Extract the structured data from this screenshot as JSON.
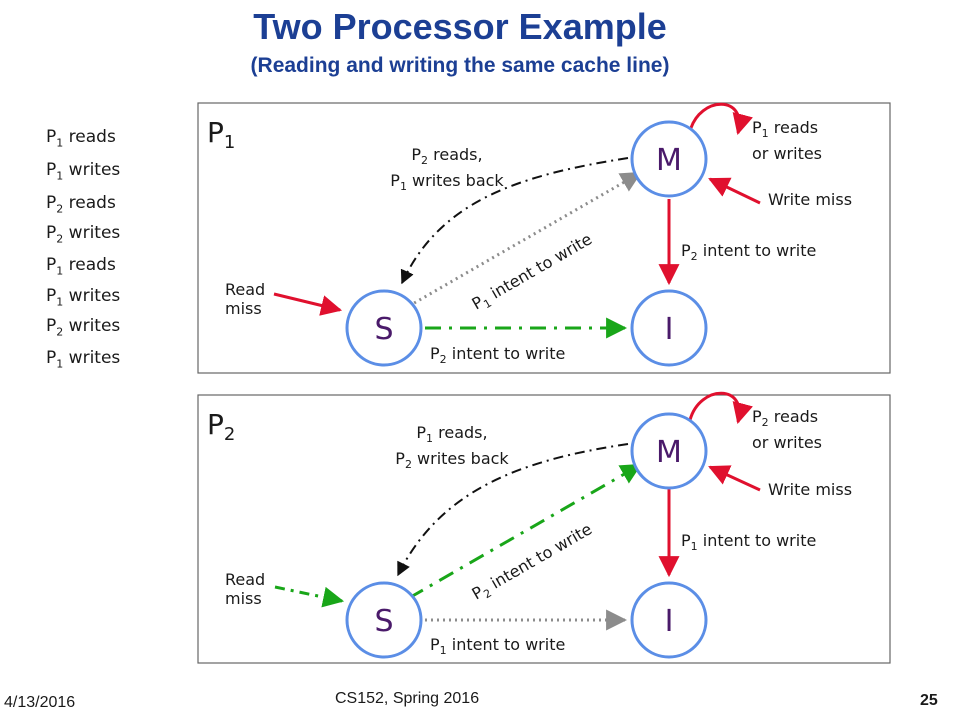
{
  "slide": {
    "title": "Two Processor Example",
    "subtitle": "(Reading and writing the same cache line)",
    "footer_date": "4/13/2016",
    "footer_course": "CS152, Spring 2016",
    "page_number": "25"
  },
  "sequence": [
    {
      "p": "P",
      "n": "1",
      "op": " reads"
    },
    {
      "p": "P",
      "n": "1",
      "op": " writes"
    },
    {
      "p": "P",
      "n": "2",
      "op": " reads"
    },
    {
      "p": "P",
      "n": "2",
      "op": " writes"
    },
    {
      "p": "P",
      "n": "1",
      "op": " reads"
    },
    {
      "p": "P",
      "n": "1",
      "op": " writes"
    },
    {
      "p": "P",
      "n": "2",
      "op": " writes"
    },
    {
      "p": "P",
      "n": "1",
      "op": " writes"
    }
  ],
  "diagrams": [
    {
      "proc_label": "P",
      "proc_num": "1",
      "states": {
        "m": "M",
        "s": "S",
        "i": "I"
      },
      "self_loop": {
        "line1": "P",
        "sub": "1",
        "line1_rest": " reads",
        "line2": "or writes"
      },
      "write_miss": "Write miss",
      "m_to_i": {
        "p": "P",
        "sub": "2",
        "rest": " intent to write"
      },
      "m_to_s": {
        "p": "P",
        "sub": "2",
        "rest": " reads,",
        "line2p": "P",
        "line2sub": "1",
        "line2rest": " writes back"
      },
      "s_to_m": {
        "p": "P",
        "sub": "1",
        "rest": " intent to write"
      },
      "s_to_i": {
        "p": "P",
        "sub": "2",
        "rest": " intent to write"
      },
      "read_miss": {
        "line1": "Read",
        "line2": "miss"
      }
    },
    {
      "proc_label": "P",
      "proc_num": "2",
      "states": {
        "m": "M",
        "s": "S",
        "i": "I"
      },
      "self_loop": {
        "line1": "P",
        "sub": "2",
        "line1_rest": " reads",
        "line2": "or writes"
      },
      "write_miss": "Write miss",
      "m_to_i": {
        "p": "P",
        "sub": "1",
        "rest": " intent to write"
      },
      "m_to_s": {
        "p": "P",
        "sub": "1",
        "rest": " reads,",
        "line2p": "P",
        "line2sub": "2",
        "line2rest": " writes back"
      },
      "s_to_m": {
        "p": "P",
        "sub": "2",
        "rest": " intent to write"
      },
      "s_to_i": {
        "p": "P",
        "sub": "1",
        "rest": " intent to write"
      },
      "read_miss": {
        "line1": "Read",
        "line2": "miss"
      }
    }
  ],
  "colors": {
    "title": "#1c3f94",
    "state_stroke": "#5b8ee6",
    "solid_red": "#e0102e",
    "green": "#19a619",
    "gray_dotted": "#8c8c8c",
    "black_dashdot": "#111111"
  }
}
